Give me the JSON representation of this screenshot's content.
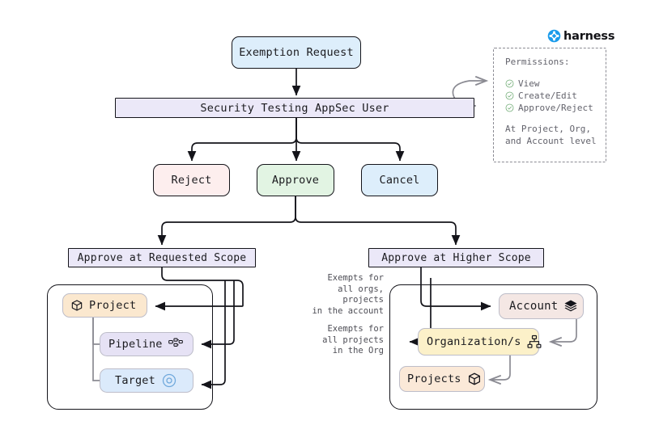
{
  "brand": {
    "name": "harness",
    "logo_icon": "harness-diamond-icon",
    "accent_color": "#1c9ceb"
  },
  "diagram": {
    "title_node": "Exemption Request",
    "actor_bar": "Security Testing AppSec User",
    "actions": [
      {
        "id": "reject",
        "label": "Reject",
        "color": "#fdeeee"
      },
      {
        "id": "approve",
        "label": "Approve",
        "color": "#e2f4e3"
      },
      {
        "id": "cancel",
        "label": "Cancel",
        "color": "#ddeefb"
      }
    ],
    "scopes": [
      {
        "id": "requested",
        "label": "Approve at Requested Scope"
      },
      {
        "id": "higher",
        "label": "Approve at Higher Scope"
      }
    ],
    "requested_scope_nodes": [
      {
        "id": "project",
        "label": "Project",
        "icon": "cube-icon",
        "icon_side": "left",
        "color": "#fbe8cf"
      },
      {
        "id": "pipeline",
        "label": "Pipeline",
        "icon": "pipeline-nodes-icon",
        "icon_side": "right",
        "color": "#e6e2f5"
      },
      {
        "id": "target",
        "label": "Target",
        "icon": "target-circle-icon",
        "icon_side": "right",
        "color": "#dbeafb"
      }
    ],
    "higher_scope_nodes": [
      {
        "id": "account",
        "label": "Account",
        "icon": "layers-icon",
        "icon_side": "right",
        "color": "#f4e7e4"
      },
      {
        "id": "organizations",
        "label": "Organization/s",
        "icon": "sitemap-icon",
        "icon_side": "right",
        "color": "#fcf1c9"
      },
      {
        "id": "projects",
        "label": "Projects",
        "icon": "cube-icon",
        "icon_side": "right",
        "color": "#fbe9d8"
      }
    ],
    "edge_labels": {
      "account_exempt": "Exempts for\nall orgs, projects\nin the account",
      "org_exempt": "Exempts for\nall projects\nin the Org"
    }
  },
  "permissions": {
    "title": "Permissions:",
    "items": [
      {
        "icon": "check-circle-icon",
        "label": "View"
      },
      {
        "icon": "check-circle-icon",
        "label": "Create/Edit"
      },
      {
        "icon": "check-circle-icon",
        "label": "Approve/Reject"
      }
    ],
    "footer": "At Project, Org,\nand Account level",
    "check_color": "#6aa86f"
  }
}
